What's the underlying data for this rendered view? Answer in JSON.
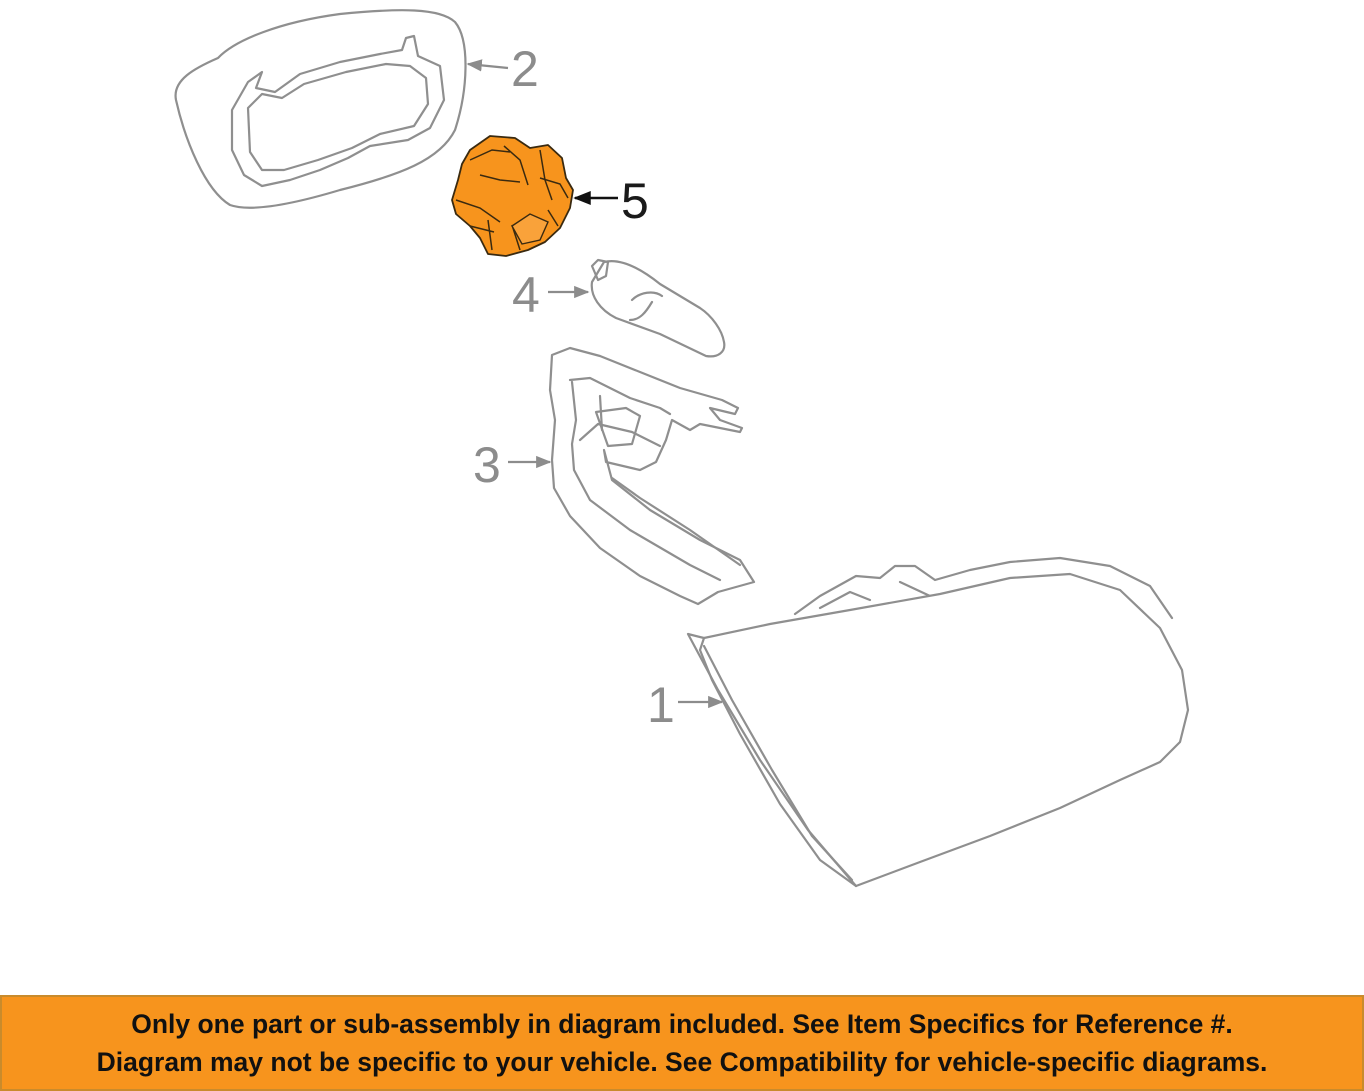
{
  "diagram": {
    "callouts": [
      {
        "id": "1",
        "label": "1"
      },
      {
        "id": "2",
        "label": "2"
      },
      {
        "id": "3",
        "label": "3"
      },
      {
        "id": "4",
        "label": "4"
      },
      {
        "id": "5",
        "label": "5"
      }
    ],
    "highlighted_part": "5",
    "highlight_color": "#F7941D",
    "line_color": "#8F8F8F"
  },
  "banner": {
    "line1": "Only one part or sub-assembly in diagram included. See Item Specifics for Reference #.",
    "line2": "Diagram may not be specific to your vehicle. See Compatibility for vehicle-specific diagrams.",
    "background": "#F7941D"
  }
}
